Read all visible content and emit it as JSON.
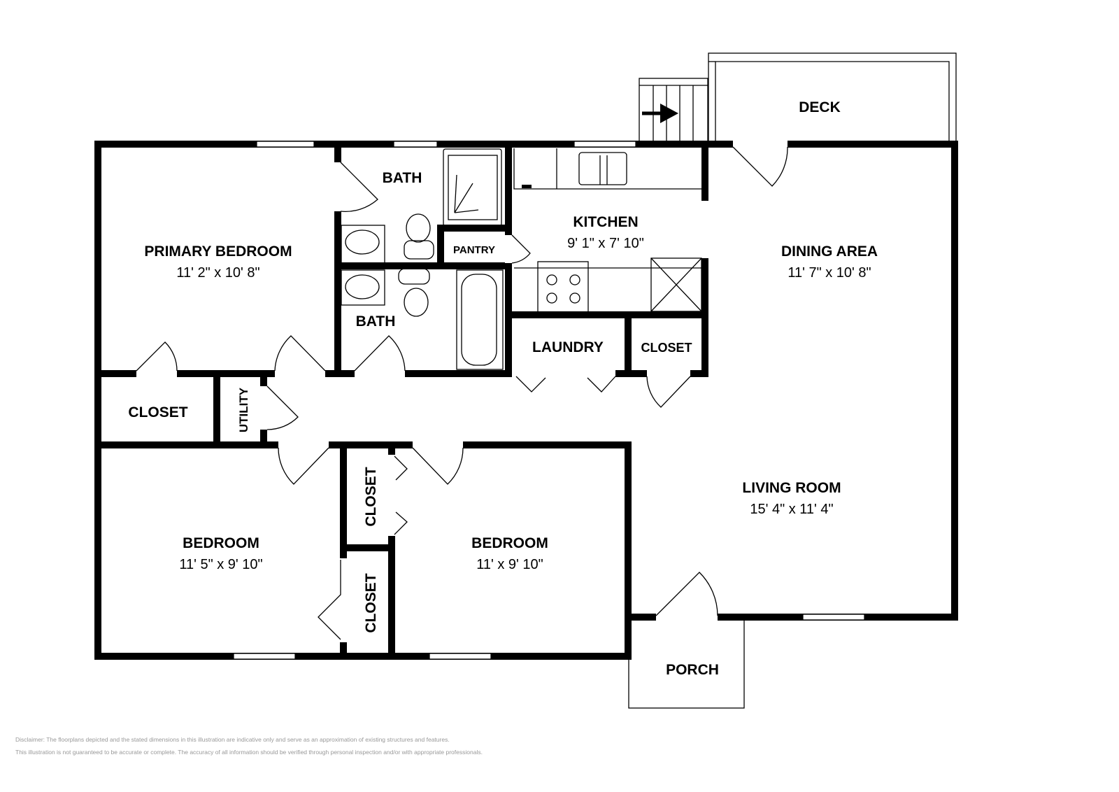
{
  "rooms": {
    "deck": {
      "name": "DECK"
    },
    "primary_bedroom": {
      "name": "PRIMARY BEDROOM",
      "size": "11' 2\" x 10' 8\""
    },
    "bath_1": {
      "name": "BATH"
    },
    "bath_2": {
      "name": "BATH"
    },
    "pantry": {
      "name": "PANTRY"
    },
    "kitchen": {
      "name": "KITCHEN",
      "size": "9' 1\" x 7' 10\""
    },
    "dining_area": {
      "name": "DINING AREA",
      "size": "11' 7\" x 10' 8\""
    },
    "laundry": {
      "name": "LAUNDRY"
    },
    "closet_kitchen": {
      "name": "CLOSET"
    },
    "closet_hall": {
      "name": "CLOSET"
    },
    "utility": {
      "name": "UTILITY"
    },
    "living_room": {
      "name": "LIVING ROOM",
      "size": "15' 4\" x 11' 4\""
    },
    "bedroom_1": {
      "name": "BEDROOM",
      "size": "11' 5\" x 9' 10\""
    },
    "bedroom_2": {
      "name": "BEDROOM",
      "size": "11' x 9' 10\""
    },
    "closet_bed_upper": {
      "name": "CLOSET"
    },
    "closet_bed_lower": {
      "name": "CLOSET"
    },
    "porch": {
      "name": "PORCH"
    }
  },
  "disclaimer": {
    "line1": "Disclaimer: The floorplans depicted and the stated dimensions in this illustration are indicative only and serve as an approximation of existing structures and features.",
    "line2": "This illustration is not guaranteed to be accurate or complete. The accuracy of all information should be verified through personal inspection and/or with appropriate professionals."
  }
}
